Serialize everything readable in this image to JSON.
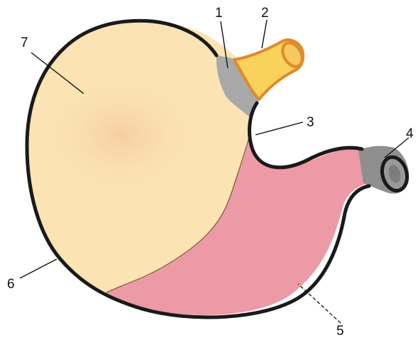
{
  "labels": {
    "l1": "1",
    "l2": "2",
    "l3": "3",
    "l4": "4",
    "l5": "5",
    "l6": "6",
    "l7": "7"
  },
  "colors": {
    "fundus": "#fbe3b4",
    "fundus_blush": "#f7cfa6",
    "body_pink": "#ec9aa5",
    "cardia_grey": "#a9a9a9",
    "esophagus_yellow": "#f8d25a",
    "esophagus_rim": "#e08a2a",
    "pylorus_grey": "#8f8f8f",
    "outline": "#1a1a1a"
  }
}
